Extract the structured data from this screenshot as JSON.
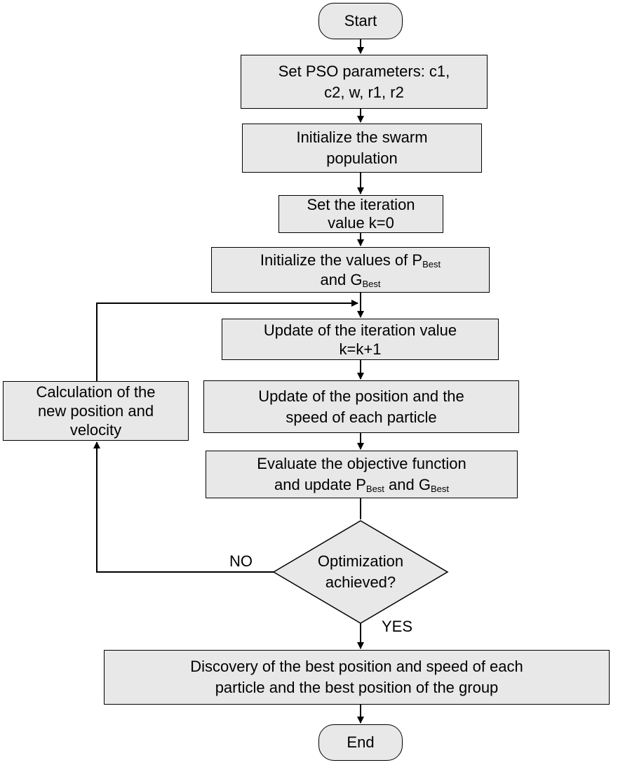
{
  "nodes": {
    "start": "Start",
    "set_params": {
      "line1": "Set PSO parameters: c1,",
      "line2": "c2, w, r1, r2"
    },
    "init_swarm": {
      "line1": "Initialize the swarm",
      "line2": "population"
    },
    "set_iter": {
      "line1": "Set the iteration",
      "line2": "value k=0"
    },
    "init_best": {
      "line1_prefix": "Initialize the values of P",
      "line1_sub": "Best",
      "line2_prefix": "and G",
      "line2_sub": "Best"
    },
    "update_iter": {
      "line1": "Update of the iteration value",
      "line2": "k=k+1"
    },
    "update_pos": {
      "line1": "Update of the position and the",
      "line2": "speed of each particle"
    },
    "evaluate": {
      "line1": "Evaluate the objective function",
      "line2_prefix": "and update P",
      "line2_sub1": "Best",
      "line2_mid": " and G",
      "line2_sub2": "Best"
    },
    "decision": {
      "line1": "Optimization",
      "line2": "achieved?"
    },
    "calc_new": {
      "line1": "Calculation of the",
      "line2": "new position and",
      "line3": "velocity"
    },
    "discovery": {
      "line1": "Discovery of the best position and speed of each",
      "line2": "particle and the best position of the group"
    },
    "end": "End"
  },
  "labels": {
    "no": "NO",
    "yes": "YES"
  }
}
